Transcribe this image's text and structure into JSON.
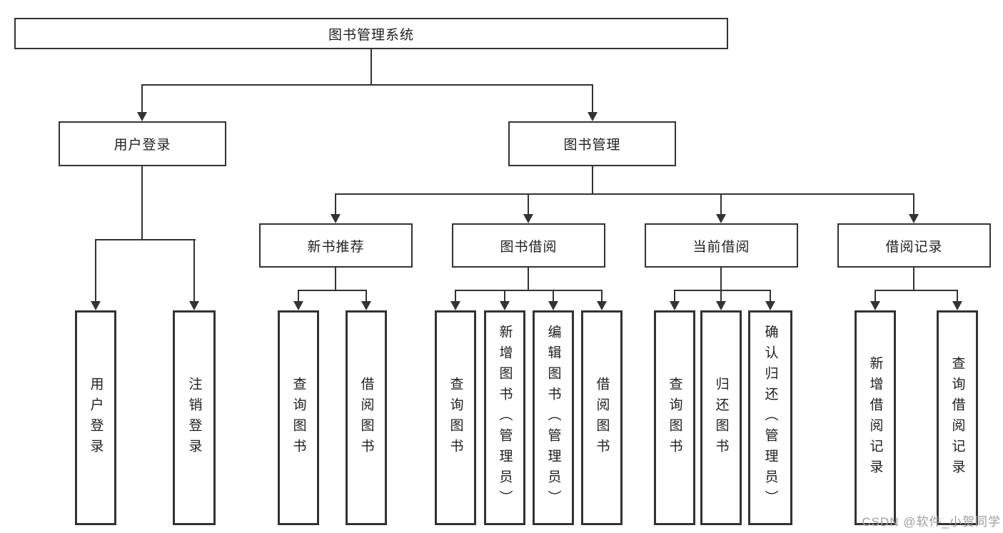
{
  "page": {
    "title": "图书管理系统"
  },
  "colors": {
    "line": "#333333",
    "text": "#1f1f1f",
    "watermark": "#9e9e9e",
    "background": "#ffffff"
  },
  "watermark": {
    "text": "CSDN @软件_小贺同学"
  },
  "diagram": {
    "type": "hierarchy-tree",
    "root": {
      "label": "图书管理系统"
    },
    "branches": [
      {
        "label": "用户登录",
        "children": [
          {
            "label": "用户登录"
          },
          {
            "label": "注销登录"
          }
        ]
      },
      {
        "label": "图书管理",
        "children": [
          {
            "label": "新书推荐",
            "children": [
              {
                "label": "查询图书"
              },
              {
                "label": "借阅图书"
              }
            ]
          },
          {
            "label": "图书借阅",
            "children": [
              {
                "label": "查询图书"
              },
              {
                "label": "新增图书（管理员）"
              },
              {
                "label": "编辑图书（管理员）"
              },
              {
                "label": "借阅图书"
              }
            ]
          },
          {
            "label": "当前借阅",
            "children": [
              {
                "label": "查询图书"
              },
              {
                "label": "归还图书"
              },
              {
                "label": "确认归还（管理员）"
              }
            ]
          },
          {
            "label": "借阅记录",
            "children": [
              {
                "label": "新增借阅记录"
              },
              {
                "label": "查询借阅记录"
              }
            ]
          }
        ]
      }
    ]
  }
}
